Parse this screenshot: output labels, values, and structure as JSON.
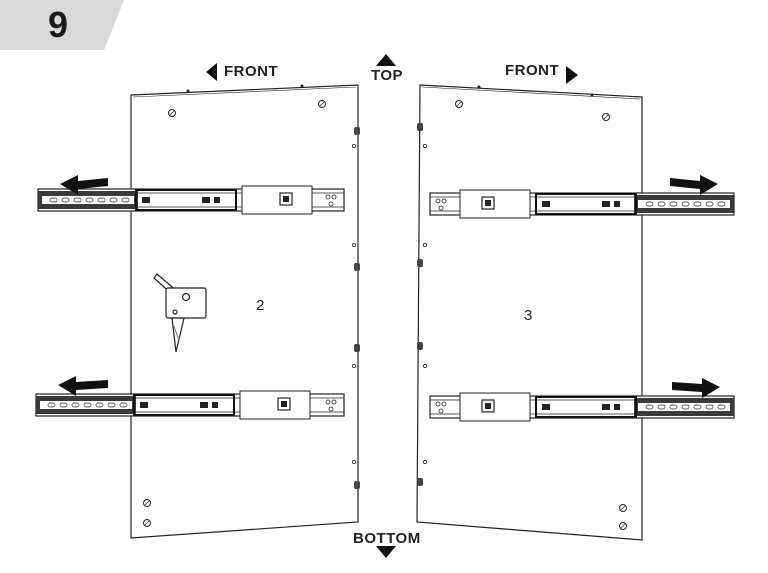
{
  "step": {
    "number": "9"
  },
  "labels": {
    "front_left": "FRONT",
    "front_right": "FRONT",
    "top": "TOP",
    "bottom": "BOTTOM"
  },
  "panels": [
    {
      "id": "left",
      "number": "2"
    },
    {
      "id": "right",
      "number": "3"
    }
  ],
  "colors": {
    "ink": "#222222",
    "tab": "#d9d9d9",
    "rail": "#333333"
  },
  "icons": [
    "arrow-left-icon",
    "arrow-right-icon",
    "triangle-up-icon",
    "triangle-down-icon",
    "drawer-slide-icon",
    "handle-bracket-icon"
  ]
}
